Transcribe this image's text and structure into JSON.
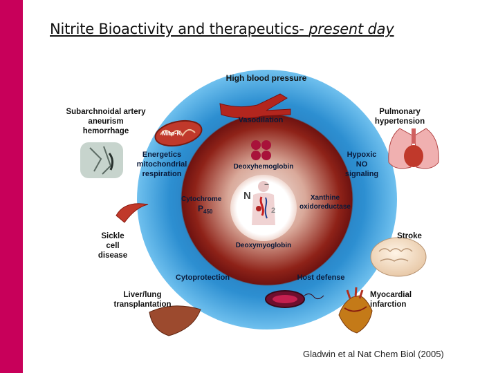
{
  "title": {
    "main": "Nitrite Bioactivity and therapeutics- ",
    "italic": "present day"
  },
  "citation": "Gladwin et al Nat Chem Biol (2005)",
  "outer_ring_labels": {
    "top": "Vasodilation",
    "right_upper": "Hypoxic\nNO\nsignaling",
    "left_upper": "Energetics\nmitochondrial\nrespiration",
    "bottom_left": "Cytoprotection",
    "bottom_right": "Host defense"
  },
  "inner_ring_labels": {
    "top": "Deoxyhemoglobin",
    "left_main": "Cytochrome",
    "left_p": "P",
    "left_sub": "450",
    "right": "Xanthine\noxidoreductase",
    "bottom": "Deoxymyoglobin"
  },
  "center_labels": {
    "minus": "−",
    "sub2": "2"
  },
  "mito_label": "Mito-K",
  "outside_labels": {
    "top": "High blood pressure",
    "top_left": "Subarchnoidal artery\naneurism\nhemorrhage",
    "top_right": "Pulmonary\nhypertension",
    "left": "Sickle\ncell\ndisease",
    "right": "Stroke",
    "bottom_left": "Liver/lung\ntransplantation",
    "bottom_right": "Myocardial\ninfarction"
  },
  "colors": {
    "accent": "#c8005a",
    "ring_blue": "#2d8fd1",
    "ring_dark_red": "#7a1412"
  }
}
